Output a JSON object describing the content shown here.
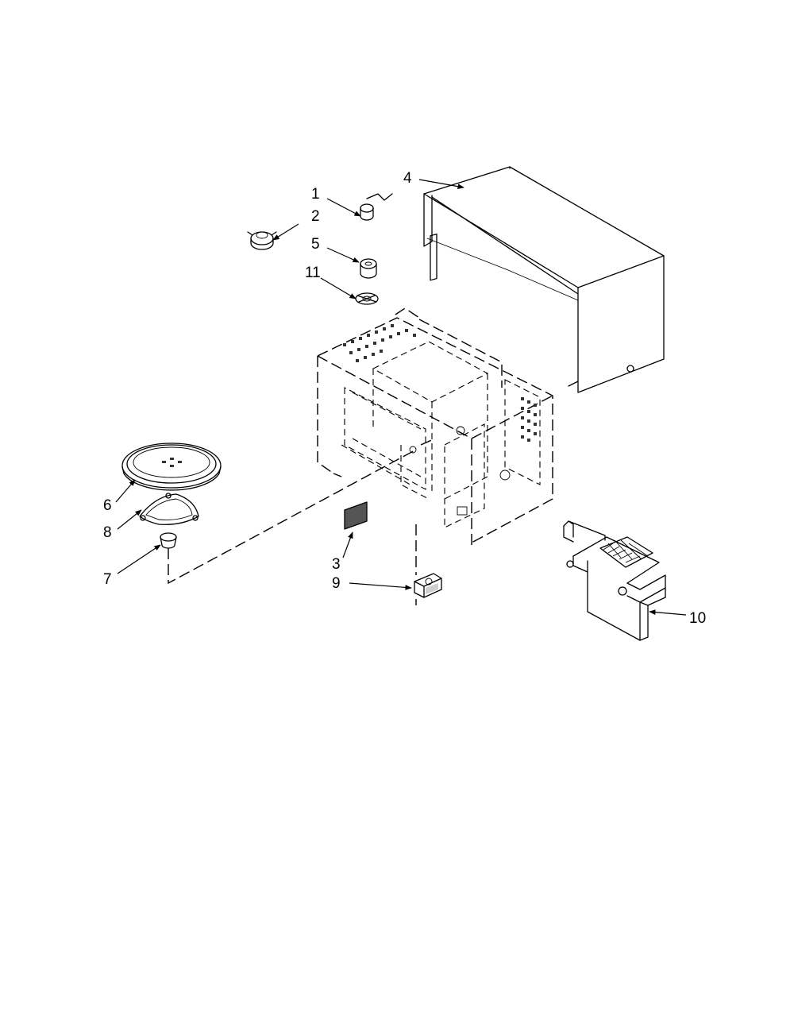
{
  "diagram": {
    "callouts": [
      {
        "id": "1",
        "label": "1"
      },
      {
        "id": "2",
        "label": "2"
      },
      {
        "id": "3",
        "label": "3"
      },
      {
        "id": "4",
        "label": "4"
      },
      {
        "id": "5",
        "label": "5"
      },
      {
        "id": "6",
        "label": "6"
      },
      {
        "id": "7",
        "label": "7"
      },
      {
        "id": "8",
        "label": "8"
      },
      {
        "id": "9",
        "label": "9"
      },
      {
        "id": "10",
        "label": "10"
      },
      {
        "id": "11",
        "label": "11"
      }
    ]
  },
  "colors": {
    "line": "#000000",
    "background": "#ffffff"
  }
}
